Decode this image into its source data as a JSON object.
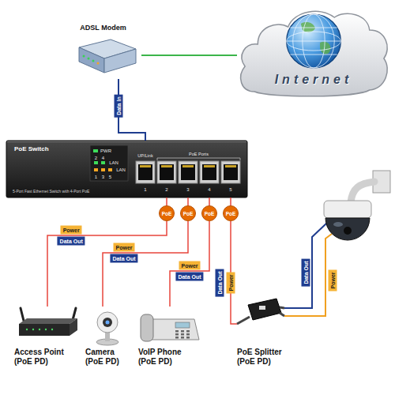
{
  "diagram": {
    "nodes": [
      {
        "text": [
          "ADSL Modem"
        ]
      },
      {
        "text": [
          "Internet"
        ]
      },
      {
        "text": [
          "PoE Switch",
          "5-Port Fast Ethernet Switch with 4-Port PoE"
        ]
      },
      {
        "text": [
          "PoE"
        ]
      },
      {
        "text": [
          "PoE"
        ]
      },
      {
        "text": [
          "PoE"
        ]
      },
      {
        "text": [
          "PoE"
        ]
      },
      {
        "text": [
          "Access Point (PoE PD)"
        ]
      },
      {
        "text": [
          "Camera (PoE PD)"
        ]
      },
      {
        "text": [
          "VoIP Phone (PoE PD)"
        ]
      },
      {
        "text": [
          "PoE Splitter (PoE PD)"
        ]
      }
    ],
    "edges": [
      {
        "from": 0,
        "to": 1,
        "arrow": "none"
      },
      {
        "from": 0,
        "to": 2,
        "label": "Data In",
        "arrow": "none"
      },
      {
        "from": 2,
        "to": 3,
        "arrow": "none"
      },
      {
        "from": 2,
        "to": 4,
        "arrow": "none"
      },
      {
        "from": 2,
        "to": 5,
        "arrow": "none"
      },
      {
        "from": 2,
        "to": 6,
        "arrow": "none"
      },
      {
        "from": 3,
        "to": 7,
        "label": "Power",
        "arrow": "none"
      },
      {
        "from": 4,
        "to": 8,
        "label": "Power",
        "arrow": "none"
      },
      {
        "from": 5,
        "to": 9,
        "label": "Power",
        "arrow": "none"
      },
      {
        "from": 6,
        "to": 10,
        "label": "Power",
        "arrow": "none"
      }
    ],
    "labels": [
      "PWR",
      "2",
      "4",
      "LAN",
      "LAN",
      "1",
      "3",
      "5",
      "UP/Link",
      "PoE Ports",
      "1",
      "2",
      "3",
      "4",
      "5",
      "Data Out",
      "Data Out",
      "Data Out",
      "Data Out",
      "Data Out",
      "Power"
    ]
  }
}
